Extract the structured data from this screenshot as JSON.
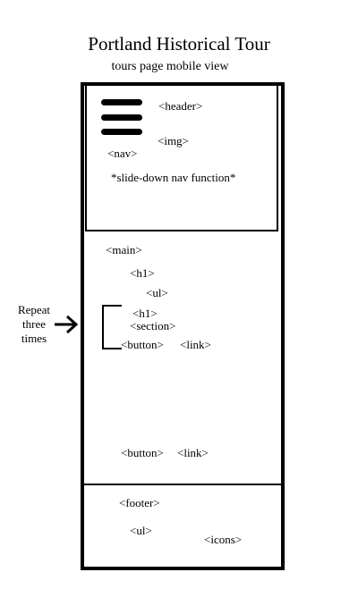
{
  "title": "Portland Historical Tour",
  "subtitle": "tours page mobile view",
  "header_section": {
    "header_tag": "<header>",
    "img_tag": "<img>",
    "nav_tag": "<nav>",
    "note": "*slide-down nav function*",
    "icon": "hamburger-menu-icon"
  },
  "main_section": {
    "main_tag": "<main>",
    "h1_tag": "<h1>",
    "ul_tag": "<ul>",
    "repeat_block": {
      "h1_tag": "<h1>",
      "section_tag": "<section>",
      "button_tag": "<button>",
      "link_tag": "<link>"
    },
    "bottom_button_tag": "<button>",
    "bottom_link_tag": "<link>"
  },
  "side_note": {
    "lines": [
      "Repeat",
      "three",
      "times"
    ],
    "icon": "right-arrow-icon"
  },
  "footer_section": {
    "footer_tag": "<footer>",
    "ul_tag": "<ul>",
    "icons_tag": "<icons>"
  }
}
